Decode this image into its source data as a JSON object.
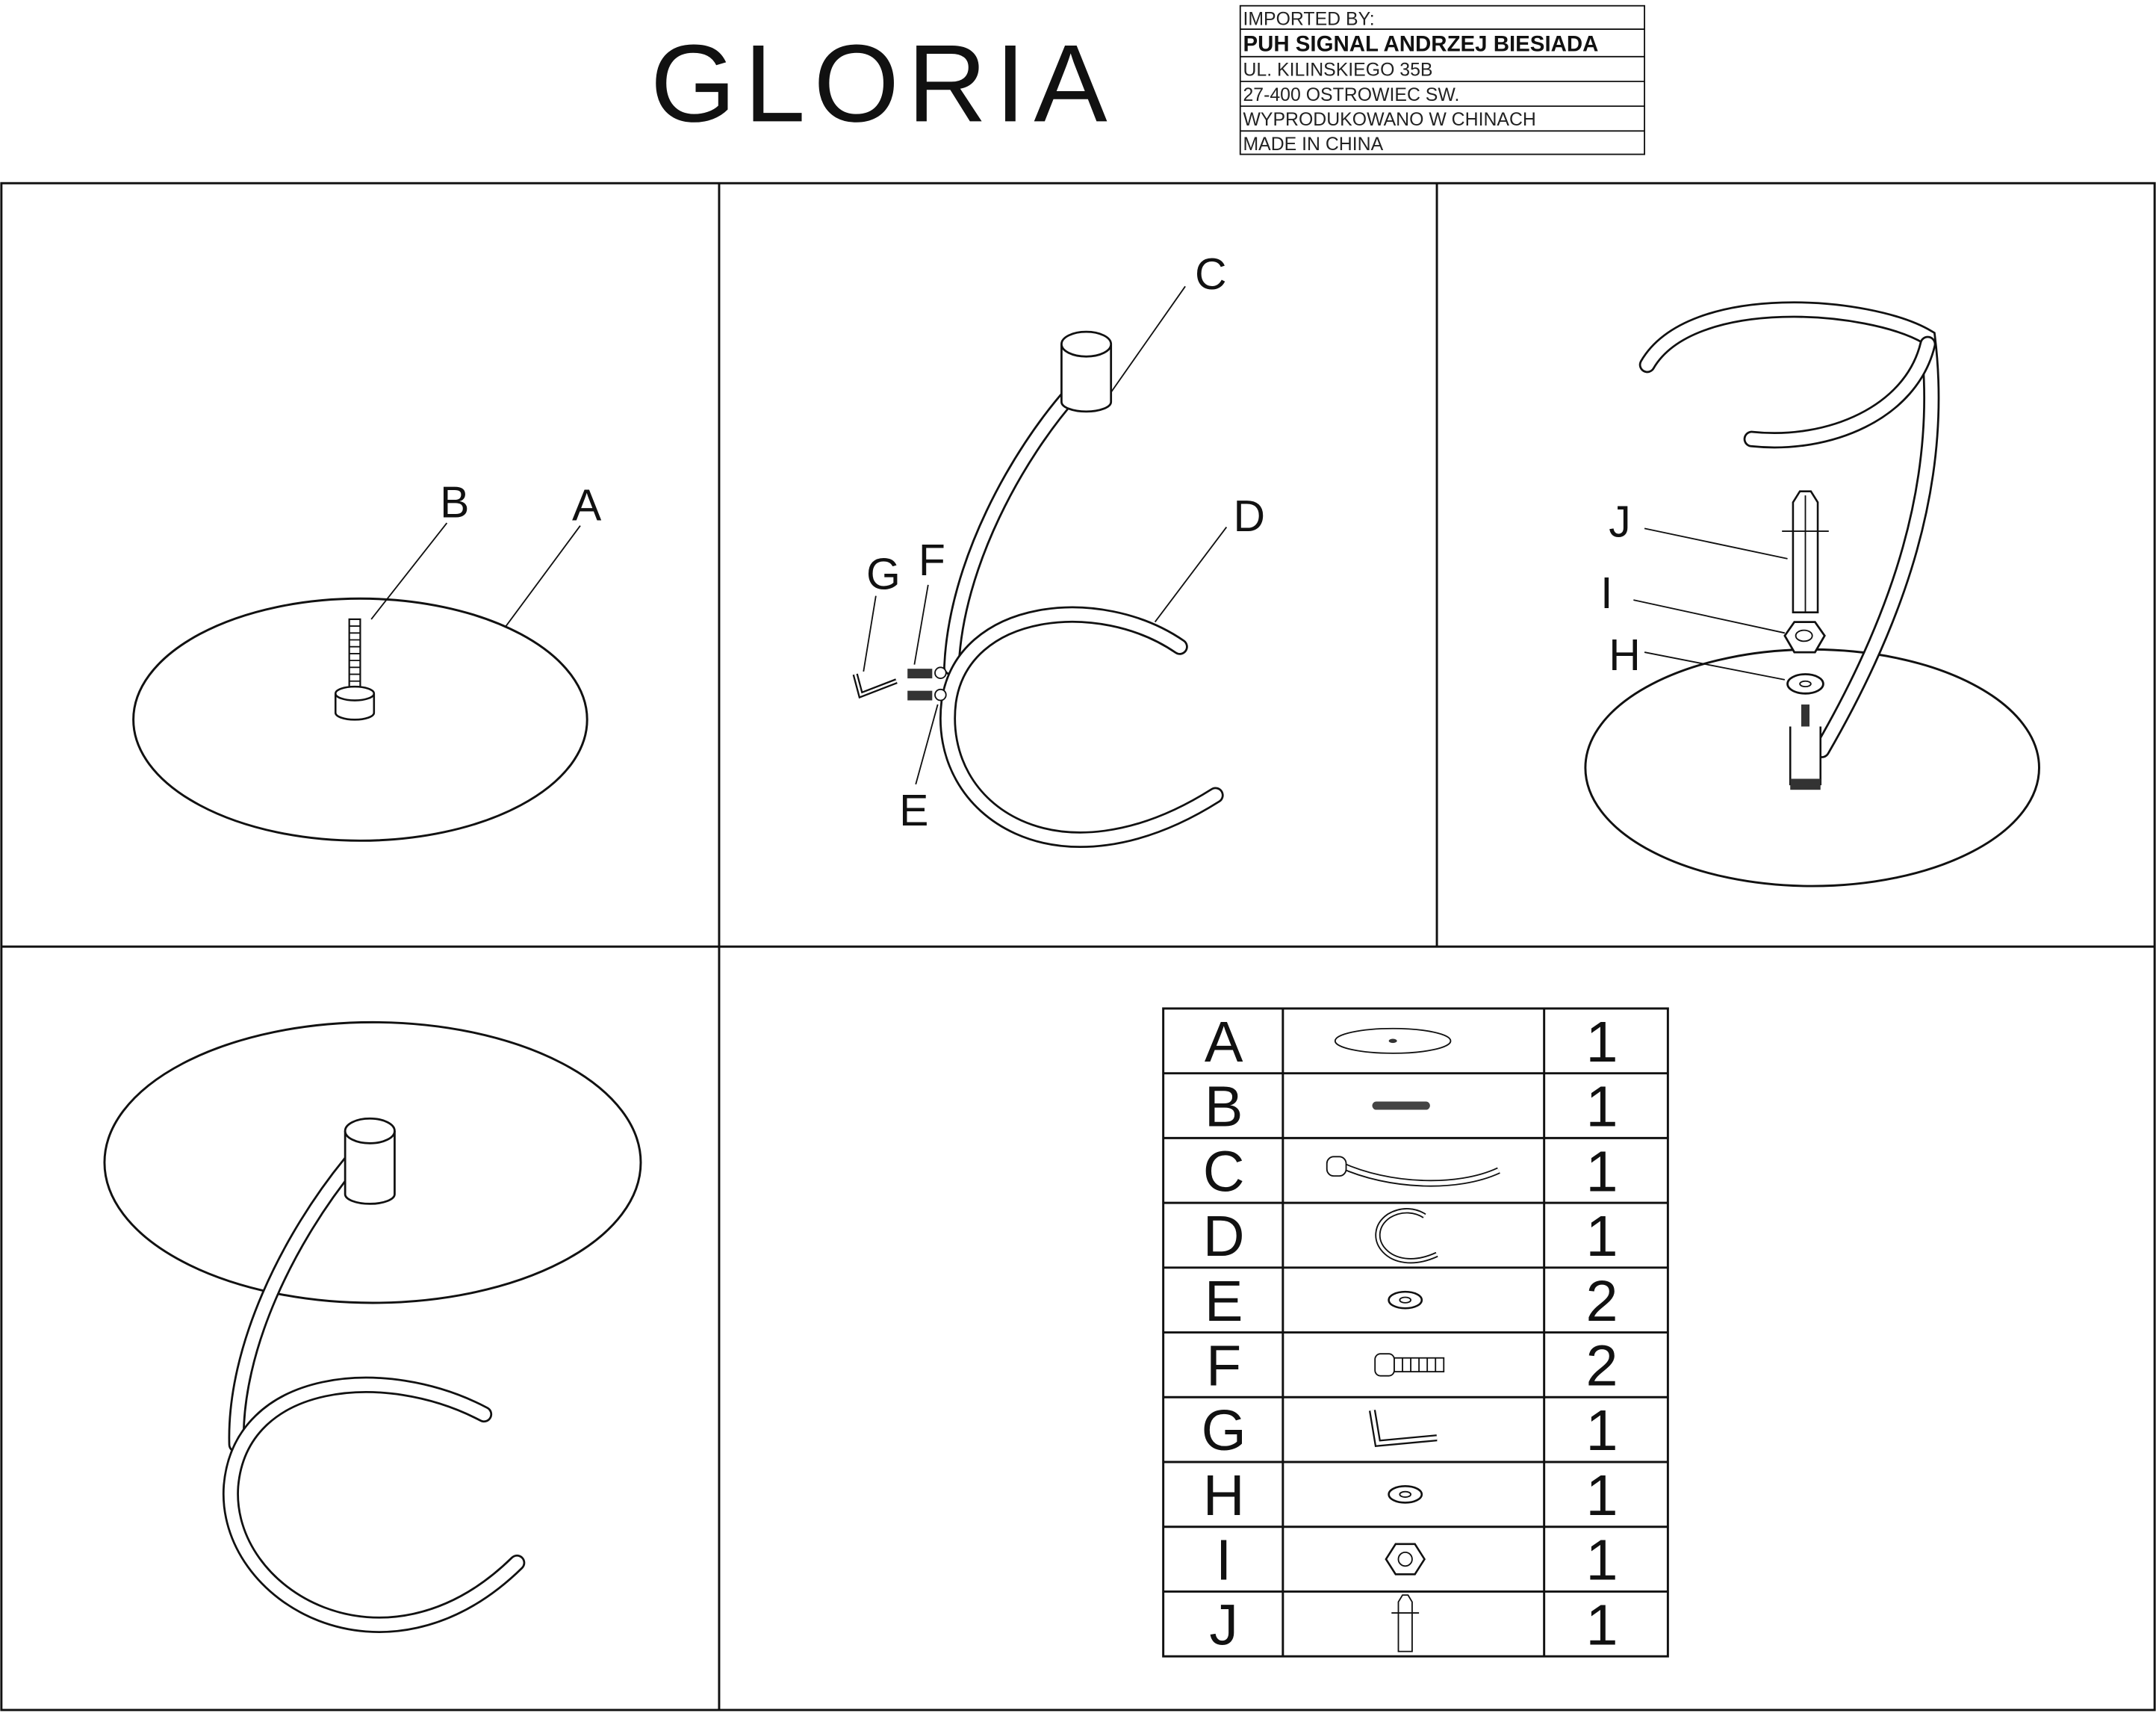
{
  "title": "GLORIA",
  "importer": {
    "heading": "IMPORTED BY:",
    "company": "PUH SIGNAL ANDRZEJ BIESIADA",
    "street": "UL. KILINSKIEGO 35B",
    "city": "27-400 OSTROWIEC SW.",
    "made_pl": "WYPRODUKOWANO W CHINACH",
    "made_en": "MADE IN CHINA"
  },
  "steps": {
    "step1": {
      "labels": [
        "B",
        "A"
      ]
    },
    "step2": {
      "labels": [
        "C",
        "D",
        "G",
        "F",
        "E"
      ]
    },
    "step3": {
      "labels": [
        "J",
        "I",
        "H"
      ]
    }
  },
  "parts": [
    {
      "letter": "A",
      "icon": "glass-top",
      "qty": "1"
    },
    {
      "letter": "B",
      "icon": "threaded-rod",
      "qty": "1"
    },
    {
      "letter": "C",
      "icon": "arm-tube",
      "qty": "1"
    },
    {
      "letter": "D",
      "icon": "c-base",
      "qty": "1"
    },
    {
      "letter": "E",
      "icon": "washer",
      "qty": "2"
    },
    {
      "letter": "F",
      "icon": "bolt",
      "qty": "2"
    },
    {
      "letter": "G",
      "icon": "allen-key",
      "qty": "1"
    },
    {
      "letter": "H",
      "icon": "washer",
      "qty": "1"
    },
    {
      "letter": "I",
      "icon": "hex-nut",
      "qty": "1"
    },
    {
      "letter": "J",
      "icon": "hex-connector",
      "qty": "1"
    }
  ]
}
